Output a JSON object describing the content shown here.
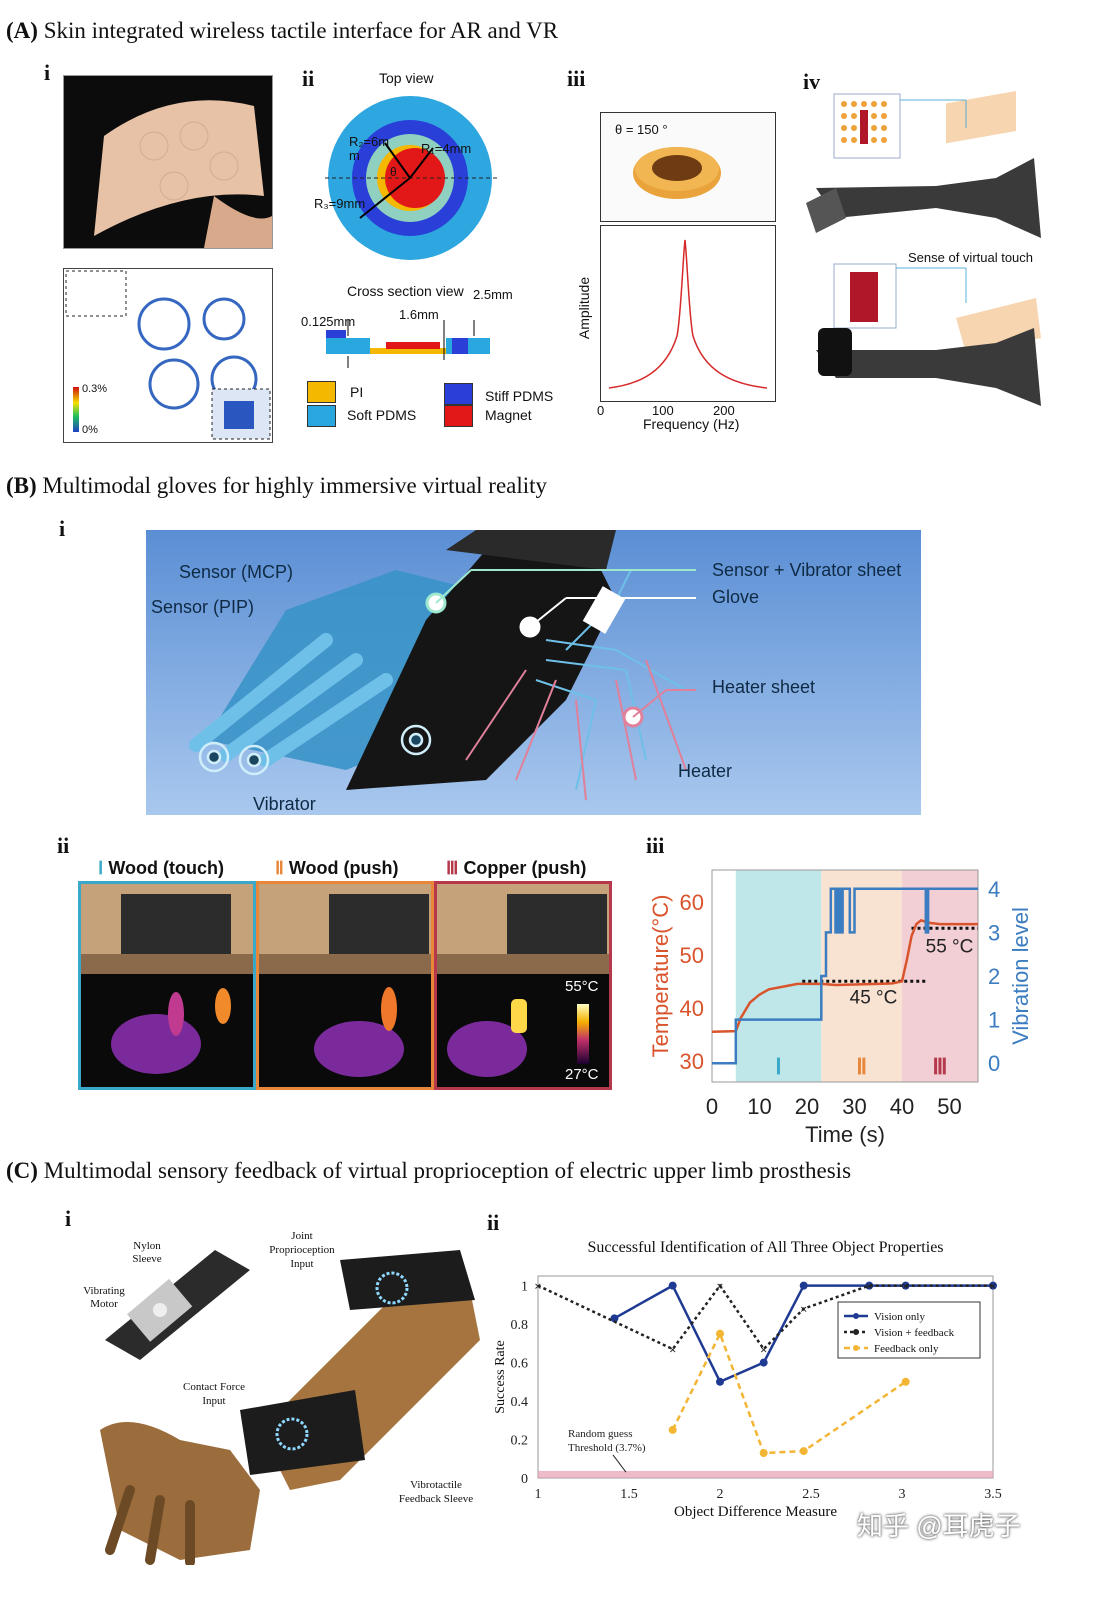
{
  "sections": {
    "A": {
      "letter": "(A)",
      "title": "Skin integrated wireless tactile interface for AR and VR"
    },
    "B": {
      "letter": "(B)",
      "title": "Multimodal gloves for highly immersive virtual reality"
    },
    "C": {
      "letter": "(C)",
      "title": "Multimodal sensory feedback of virtual proprioception of electric upper limb prosthesis"
    }
  },
  "panel_labels": {
    "a_i": "i",
    "a_ii": "ii",
    "a_iii": "iii",
    "a_iv": "iv",
    "b_i": "i",
    "b_ii": "ii",
    "b_iii": "iii",
    "c_i": "i",
    "c_ii": "ii"
  },
  "a_i": {
    "scale_max": "0.3%",
    "scale_min": "0%"
  },
  "a_ii": {
    "top_view": "Top view",
    "r2": "R₂=6m m",
    "r1": "R₁=4mm",
    "r3": "R₃=9mm",
    "theta": "θ",
    "cross_section": "Cross section view",
    "dim_25": "2.5mm",
    "dim_16": "1.6mm",
    "dim_0125": "0.125mm",
    "legend": [
      "PI",
      "Soft PDMS",
      "Stiff PDMS",
      "Magnet"
    ],
    "colors": {
      "pi": "#f5b800",
      "soft": "#29a8e0",
      "stiff": "#2a3fd8",
      "magnet": "#e21818",
      "light": "#8fd0c0"
    }
  },
  "a_iii": {
    "angle_label": "θ = 150 °",
    "ylabel": "Amplitude",
    "xlabel": "Frequency (Hz)",
    "xticks": [
      "0",
      "100",
      "200"
    ]
  },
  "a_iv": {
    "caption": "Sense of virtual touch"
  },
  "b_i": {
    "sensor_mcp": "Sensor (MCP)",
    "sensor_pip": "Sensor (PIP)",
    "vibrator": "Vibrator",
    "sensor_vibrator_sheet": "Sensor + Vibrator sheet",
    "glove": "Glove",
    "heater_sheet": "Heater sheet",
    "heater": "Heater"
  },
  "b_ii": {
    "panels": [
      {
        "num": "Ⅰ",
        "label": "Wood (touch)",
        "color": "#3aa9c9"
      },
      {
        "num": "Ⅱ",
        "label": "Wood (push)",
        "color": "#e8873a"
      },
      {
        "num": "Ⅲ",
        "label": "Copper (push)",
        "color": "#b5384b"
      }
    ],
    "temp_max": "55°C",
    "temp_min": "27°C"
  },
  "b_iii": {
    "chart_data": {
      "type": "line",
      "xlabel": "Time (s)",
      "ylabel_left": "Temperature(°C)",
      "ylabel_right": "Vibration level",
      "xlim": [
        0,
        56
      ],
      "ylim_left": [
        26,
        66
      ],
      "ylim_right": [
        -0.43,
        4.43
      ],
      "xticks": [
        "0",
        "10",
        "20",
        "30",
        "40",
        "50"
      ],
      "yticks_left": [
        "30",
        "40",
        "50",
        "60"
      ],
      "yticks_right": [
        "0",
        "1",
        "2",
        "3",
        "4"
      ],
      "regions": [
        {
          "label": "Ⅰ",
          "from": 5,
          "to": 23,
          "color": "#a9dfe3",
          "text_color": "#3aa9c9"
        },
        {
          "label": "Ⅱ",
          "from": 23,
          "to": 40,
          "color": "#f6d8c3",
          "text_color": "#e8873a"
        },
        {
          "label": "Ⅲ",
          "from": 40,
          "to": 56,
          "color": "#ecbfc6",
          "text_color": "#b5384b"
        }
      ],
      "annotations": [
        {
          "text": "45 °C",
          "x": 34,
          "y": 45
        },
        {
          "text": "55 °C",
          "x": 50,
          "y": 55
        }
      ],
      "series": [
        {
          "axis": "left",
          "color": "#d9542c",
          "x": [
            0,
            5,
            6,
            8,
            10,
            12,
            15,
            18,
            20,
            23,
            26,
            30,
            35,
            38,
            40,
            41,
            42,
            43,
            44,
            46,
            48,
            50,
            53,
            56
          ],
          "y": [
            35.5,
            35.6,
            38,
            41,
            42.5,
            43.5,
            44,
            44.5,
            44.5,
            44.5,
            44.3,
            44.4,
            44.5,
            44.6,
            45,
            49,
            53.5,
            55.8,
            56.5,
            56,
            55.8,
            55.8,
            55.8,
            55.8
          ]
        },
        {
          "axis": "right",
          "color": "#3b7dc0",
          "x": [
            0,
            5,
            5,
            23,
            23,
            24,
            24,
            25,
            25,
            26,
            26,
            26.5,
            26.5,
            27,
            27,
            27.5,
            27.5,
            29,
            29,
            30,
            30,
            40,
            40,
            45,
            45,
            45.5,
            45.5,
            56
          ],
          "y": [
            0,
            0,
            1,
            1,
            2,
            2,
            3,
            3,
            4,
            4,
            3,
            3,
            4,
            4,
            3,
            3,
            4,
            4,
            3,
            3,
            4,
            4,
            4,
            4,
            3,
            3,
            4,
            4
          ]
        }
      ]
    }
  },
  "c_i": {
    "nylon": "Nylon Sleeve",
    "vibrating": "Vibrating Motor",
    "joint": "Joint Proprioception Input",
    "contact": "Contact Force Input",
    "vibrotactile": "Vibrotactile Feedback Sleeve"
  },
  "c_ii": {
    "chart_data": {
      "type": "line",
      "title": "Successful Identification of All Three Object Properties",
      "xlabel": "Object Difference Measure",
      "ylabel": "Success Rate",
      "xlim": [
        1,
        3.5
      ],
      "ylim": [
        0,
        1.05
      ],
      "xticks": [
        "1",
        "1.5",
        "2",
        "2.5",
        "3",
        "3.5"
      ],
      "yticks": [
        "0",
        "0.2",
        "0.4",
        "0.6",
        "0.8",
        "1"
      ],
      "threshold": {
        "label": "Random guess Threshold (3.7%)",
        "value": 0.037
      },
      "legend_position": "top-right",
      "series": [
        {
          "name": "Vision only",
          "color": "#1f3a93",
          "x": [
            1.42,
            1.74,
            2,
            2.24,
            2.46,
            2.82,
            3.02,
            3.5
          ],
          "y": [
            0.83,
            1,
            0.5,
            0.6,
            1,
            1,
            1,
            1
          ]
        },
        {
          "name": "Vision + feedback",
          "color": "#222222",
          "x": [
            1,
            1.74,
            2,
            2.24,
            2.46,
            2.82,
            3.02,
            3.5
          ],
          "y": [
            1,
            0.67,
            1,
            0.67,
            0.88,
            1,
            1,
            1
          ]
        },
        {
          "name": "Feedback only",
          "color": "#f2b534",
          "x": [
            1.74,
            2,
            2.24,
            2.46,
            3.02
          ],
          "y": [
            0.25,
            0.75,
            0.13,
            0.14,
            0.5
          ]
        }
      ]
    }
  },
  "watermark": "知乎 @耳虎子"
}
